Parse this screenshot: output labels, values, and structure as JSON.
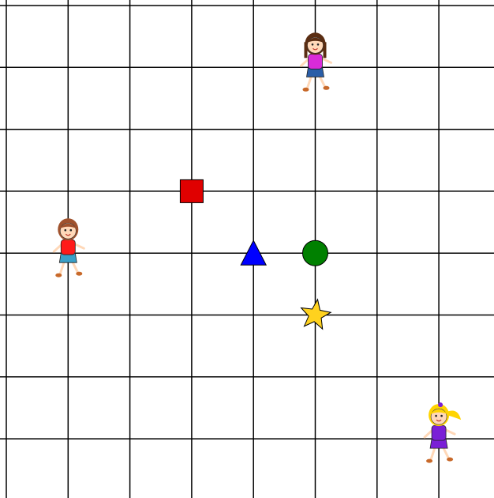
{
  "board": {
    "background": "#ffffff",
    "line_color": "#000000",
    "columns": 8,
    "rows": 8
  },
  "shapes": [
    {
      "id": "square",
      "type": "square",
      "fill": "#e00000",
      "col": 3,
      "row": 3
    },
    {
      "id": "triangle",
      "type": "triangle",
      "fill": "#0000ff",
      "col": 4,
      "row": 4
    },
    {
      "id": "circle",
      "type": "circle",
      "fill": "#008000",
      "col": 5,
      "row": 4
    },
    {
      "id": "star",
      "type": "star",
      "fill": "#ffd21e",
      "col": 5,
      "row": 5
    }
  ],
  "characters": [
    {
      "id": "boy",
      "hair": "#a0522d",
      "shirt": "#ff1a1a",
      "bottom": "#3aa0c8",
      "col": 1,
      "row": 4
    },
    {
      "id": "girl-brown",
      "hair": "#5a2d12",
      "shirt": "#d92bd9",
      "bottom": "#2a5ea8",
      "col": 5,
      "row": 1
    },
    {
      "id": "girl-blonde",
      "hair": "#ffd400",
      "shirt": "#7a1fd6",
      "bottom": "#7a1fd6",
      "col": 7,
      "row": 7
    }
  ]
}
